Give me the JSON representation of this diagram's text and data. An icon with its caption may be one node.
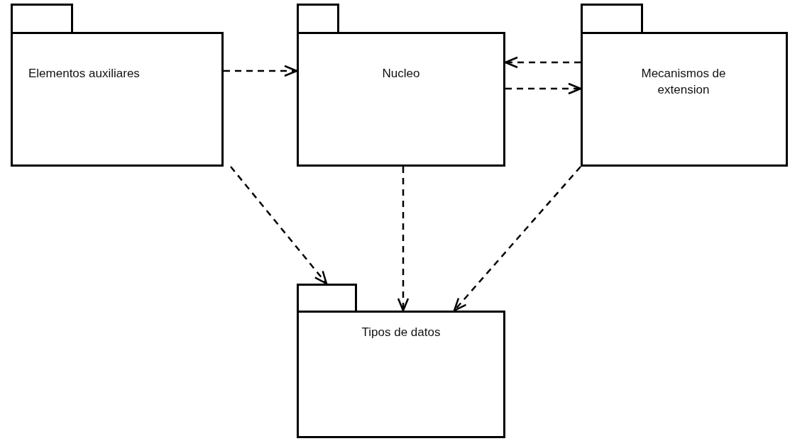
{
  "diagram": {
    "nodes": [
      {
        "text": [
          "Elementos auxiliares"
        ]
      },
      {
        "text": [
          "Nucleo"
        ]
      },
      {
        "text": [
          "Mecanismos de extension"
        ]
      },
      {
        "text": [
          "Tipos de datos"
        ]
      }
    ],
    "edges": [
      {
        "from": 0,
        "to": 1,
        "arrow": "to",
        "style": "dashed"
      },
      {
        "from": 2,
        "to": 1,
        "arrow": "to",
        "style": "dashed"
      },
      {
        "from": 1,
        "to": 2,
        "arrow": "to",
        "style": "dashed"
      },
      {
        "from": 0,
        "to": 3,
        "arrow": "to",
        "style": "dashed"
      },
      {
        "from": 1,
        "to": 3,
        "arrow": "to",
        "style": "dashed"
      },
      {
        "from": 2,
        "to": 3,
        "arrow": "to",
        "style": "dashed"
      }
    ]
  }
}
